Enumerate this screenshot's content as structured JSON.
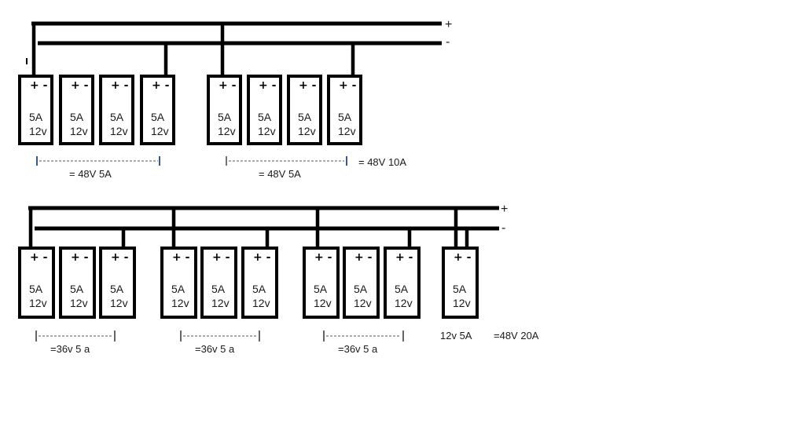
{
  "diagram": {
    "top_row": {
      "bus_pos_label": "+",
      "bus_neg_label": "-",
      "cells": [
        {
          "amps": "5A",
          "volts": "12v"
        },
        {
          "amps": "5A",
          "volts": "12v"
        },
        {
          "amps": "5A",
          "volts": "12v"
        },
        {
          "amps": "5A",
          "volts": "12v"
        },
        {
          "amps": "5A",
          "volts": "12v"
        },
        {
          "amps": "5A",
          "volts": "12v"
        },
        {
          "amps": "5A",
          "volts": "12v"
        },
        {
          "amps": "5A",
          "volts": "12v"
        }
      ],
      "group_totals": [
        "= 48V 5A",
        "= 48V 5A"
      ],
      "total": "= 48V 10A"
    },
    "bottom_row": {
      "bus_pos_label": "+",
      "bus_neg_label": "-",
      "cells": [
        {
          "amps": "5A",
          "volts": "12v"
        },
        {
          "amps": "5A",
          "volts": "12v"
        },
        {
          "amps": "5A",
          "volts": "12v"
        },
        {
          "amps": "5A",
          "volts": "12v"
        },
        {
          "amps": "5A",
          "volts": "12v"
        },
        {
          "amps": "5A",
          "volts": "12v"
        },
        {
          "amps": "5A",
          "volts": "12v"
        },
        {
          "amps": "5A",
          "volts": "12v"
        },
        {
          "amps": "5A",
          "volts": "12v"
        },
        {
          "amps": "5A",
          "volts": "12v"
        }
      ],
      "group_totals": [
        "=36v 5 a",
        "=36v 5 a",
        "=36v 5 a"
      ],
      "single_label": "12v 5A",
      "total": "=48V 20A"
    },
    "terminal_label": "+ -"
  }
}
